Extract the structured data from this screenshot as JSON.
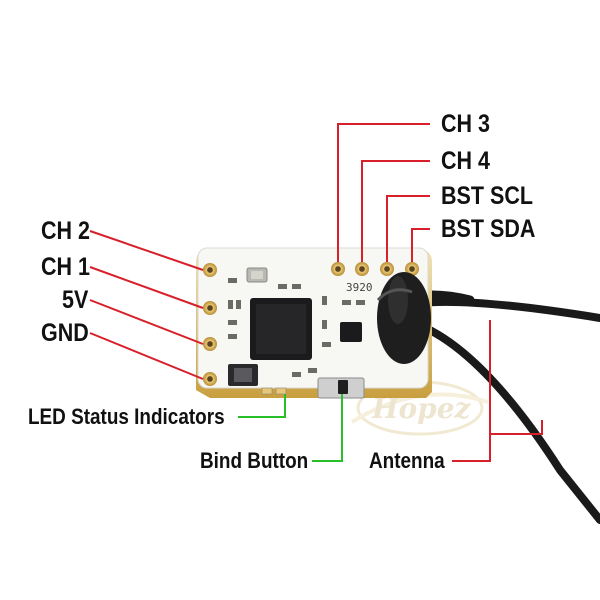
{
  "labels": {
    "ch3": "CH 3",
    "ch4": "CH 4",
    "bst_scl": "BST SCL",
    "bst_sda": "BST SDA",
    "ch2": "CH 2",
    "ch1": "CH 1",
    "v5": "5V",
    "gnd": "GND",
    "led_status": "LED Status Indicators",
    "bind_button": "Bind Button",
    "antenna": "Antenna"
  },
  "board": {
    "chip_marking": "3920"
  },
  "watermark": {
    "text": "Hopez"
  },
  "colors": {
    "pin_leader": "#d8202a",
    "led_bind_leader": "#27c02b",
    "text": "#111111",
    "board": "#f7f7f4",
    "gold_pad": "#d7b25a",
    "cable": "#1a1a1a"
  }
}
